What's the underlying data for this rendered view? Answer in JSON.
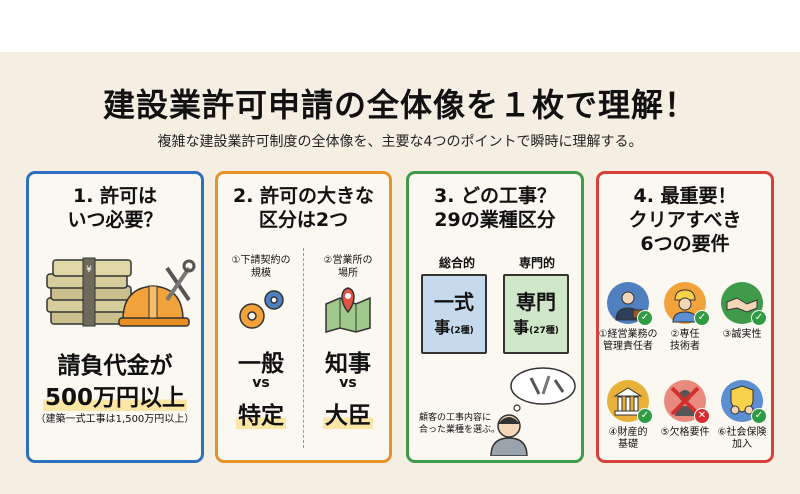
{
  "header": {
    "title": "建設業許可申請の全体像を１枚で理解！",
    "subtitle": "複雑な建設業許可制度の全体像を、主要な4つのポイントで瞬時に理解する。"
  },
  "card1": {
    "heading_line1": "1. 許可は",
    "heading_line2": "いつ必要？",
    "amount_line1": "請負代金が",
    "amount_line2": "500万円以上",
    "note": "（建築一式工事は1,500万円以上）",
    "icons": [
      "money-stack-icon",
      "hard-hat-icon",
      "tools-icon"
    ]
  },
  "card2": {
    "heading_line1": "2. 許可の大きな",
    "heading_line2": "区分は2つ",
    "left": {
      "caption_line1": "①下請契約の",
      "caption_line2": "規模",
      "term_top": "一般",
      "vs": "vs",
      "term_bottom": "特定",
      "icon": "gears-icon"
    },
    "right": {
      "caption_line1": "②営業所の",
      "caption_line2": "場所",
      "term_top": "知事",
      "vs": "vs",
      "term_bottom": "大臣",
      "icon": "map-pin-icon"
    }
  },
  "card3": {
    "heading_line1": "3. どの工事？",
    "heading_line2": "29の業種区分",
    "general": {
      "caption": "総合的",
      "line1": "一式",
      "line2_main": "事",
      "line2_note": "(2種)"
    },
    "specialized": {
      "caption": "専門的",
      "line1": "専門",
      "line2_main": "事",
      "line2_note": "(27種)"
    },
    "footer_line1": "顧客の工事内容に",
    "footer_line2": "合った業種を選ぶ。",
    "icon": "thinking-person-icon"
  },
  "card4": {
    "heading_line1": "4. 最重要！",
    "heading_line2": "クリアすべき",
    "heading_line3": "6つの要件",
    "requirements": [
      {
        "label_line1": "①経営業務の",
        "label_line2": "管理責任者",
        "icon": "manager-icon",
        "status": "check"
      },
      {
        "label_line1": "②専任",
        "label_line2": "技術者",
        "icon": "engineer-icon",
        "status": "check"
      },
      {
        "label_line1": "③誠実性",
        "label_line2": "",
        "icon": "handshake-icon",
        "status": "check"
      },
      {
        "label_line1": "④財産的",
        "label_line2": "基礎",
        "icon": "bank-icon",
        "status": "check"
      },
      {
        "label_line1": "⑤欠格要件",
        "label_line2": "",
        "icon": "disqualify-icon",
        "status": "cross"
      },
      {
        "label_line1": "⑥社会保険",
        "label_line2": "加入",
        "icon": "insurance-icon",
        "status": "check"
      }
    ]
  },
  "colors": {
    "card1_border": "#2f6fc0",
    "card2_border": "#e8932a",
    "card3_border": "#3f9a4a",
    "card4_border": "#d9403a",
    "highlight": "#fbe6a6",
    "check_green": "#2f9b43",
    "cross_red": "#d32f2f"
  }
}
